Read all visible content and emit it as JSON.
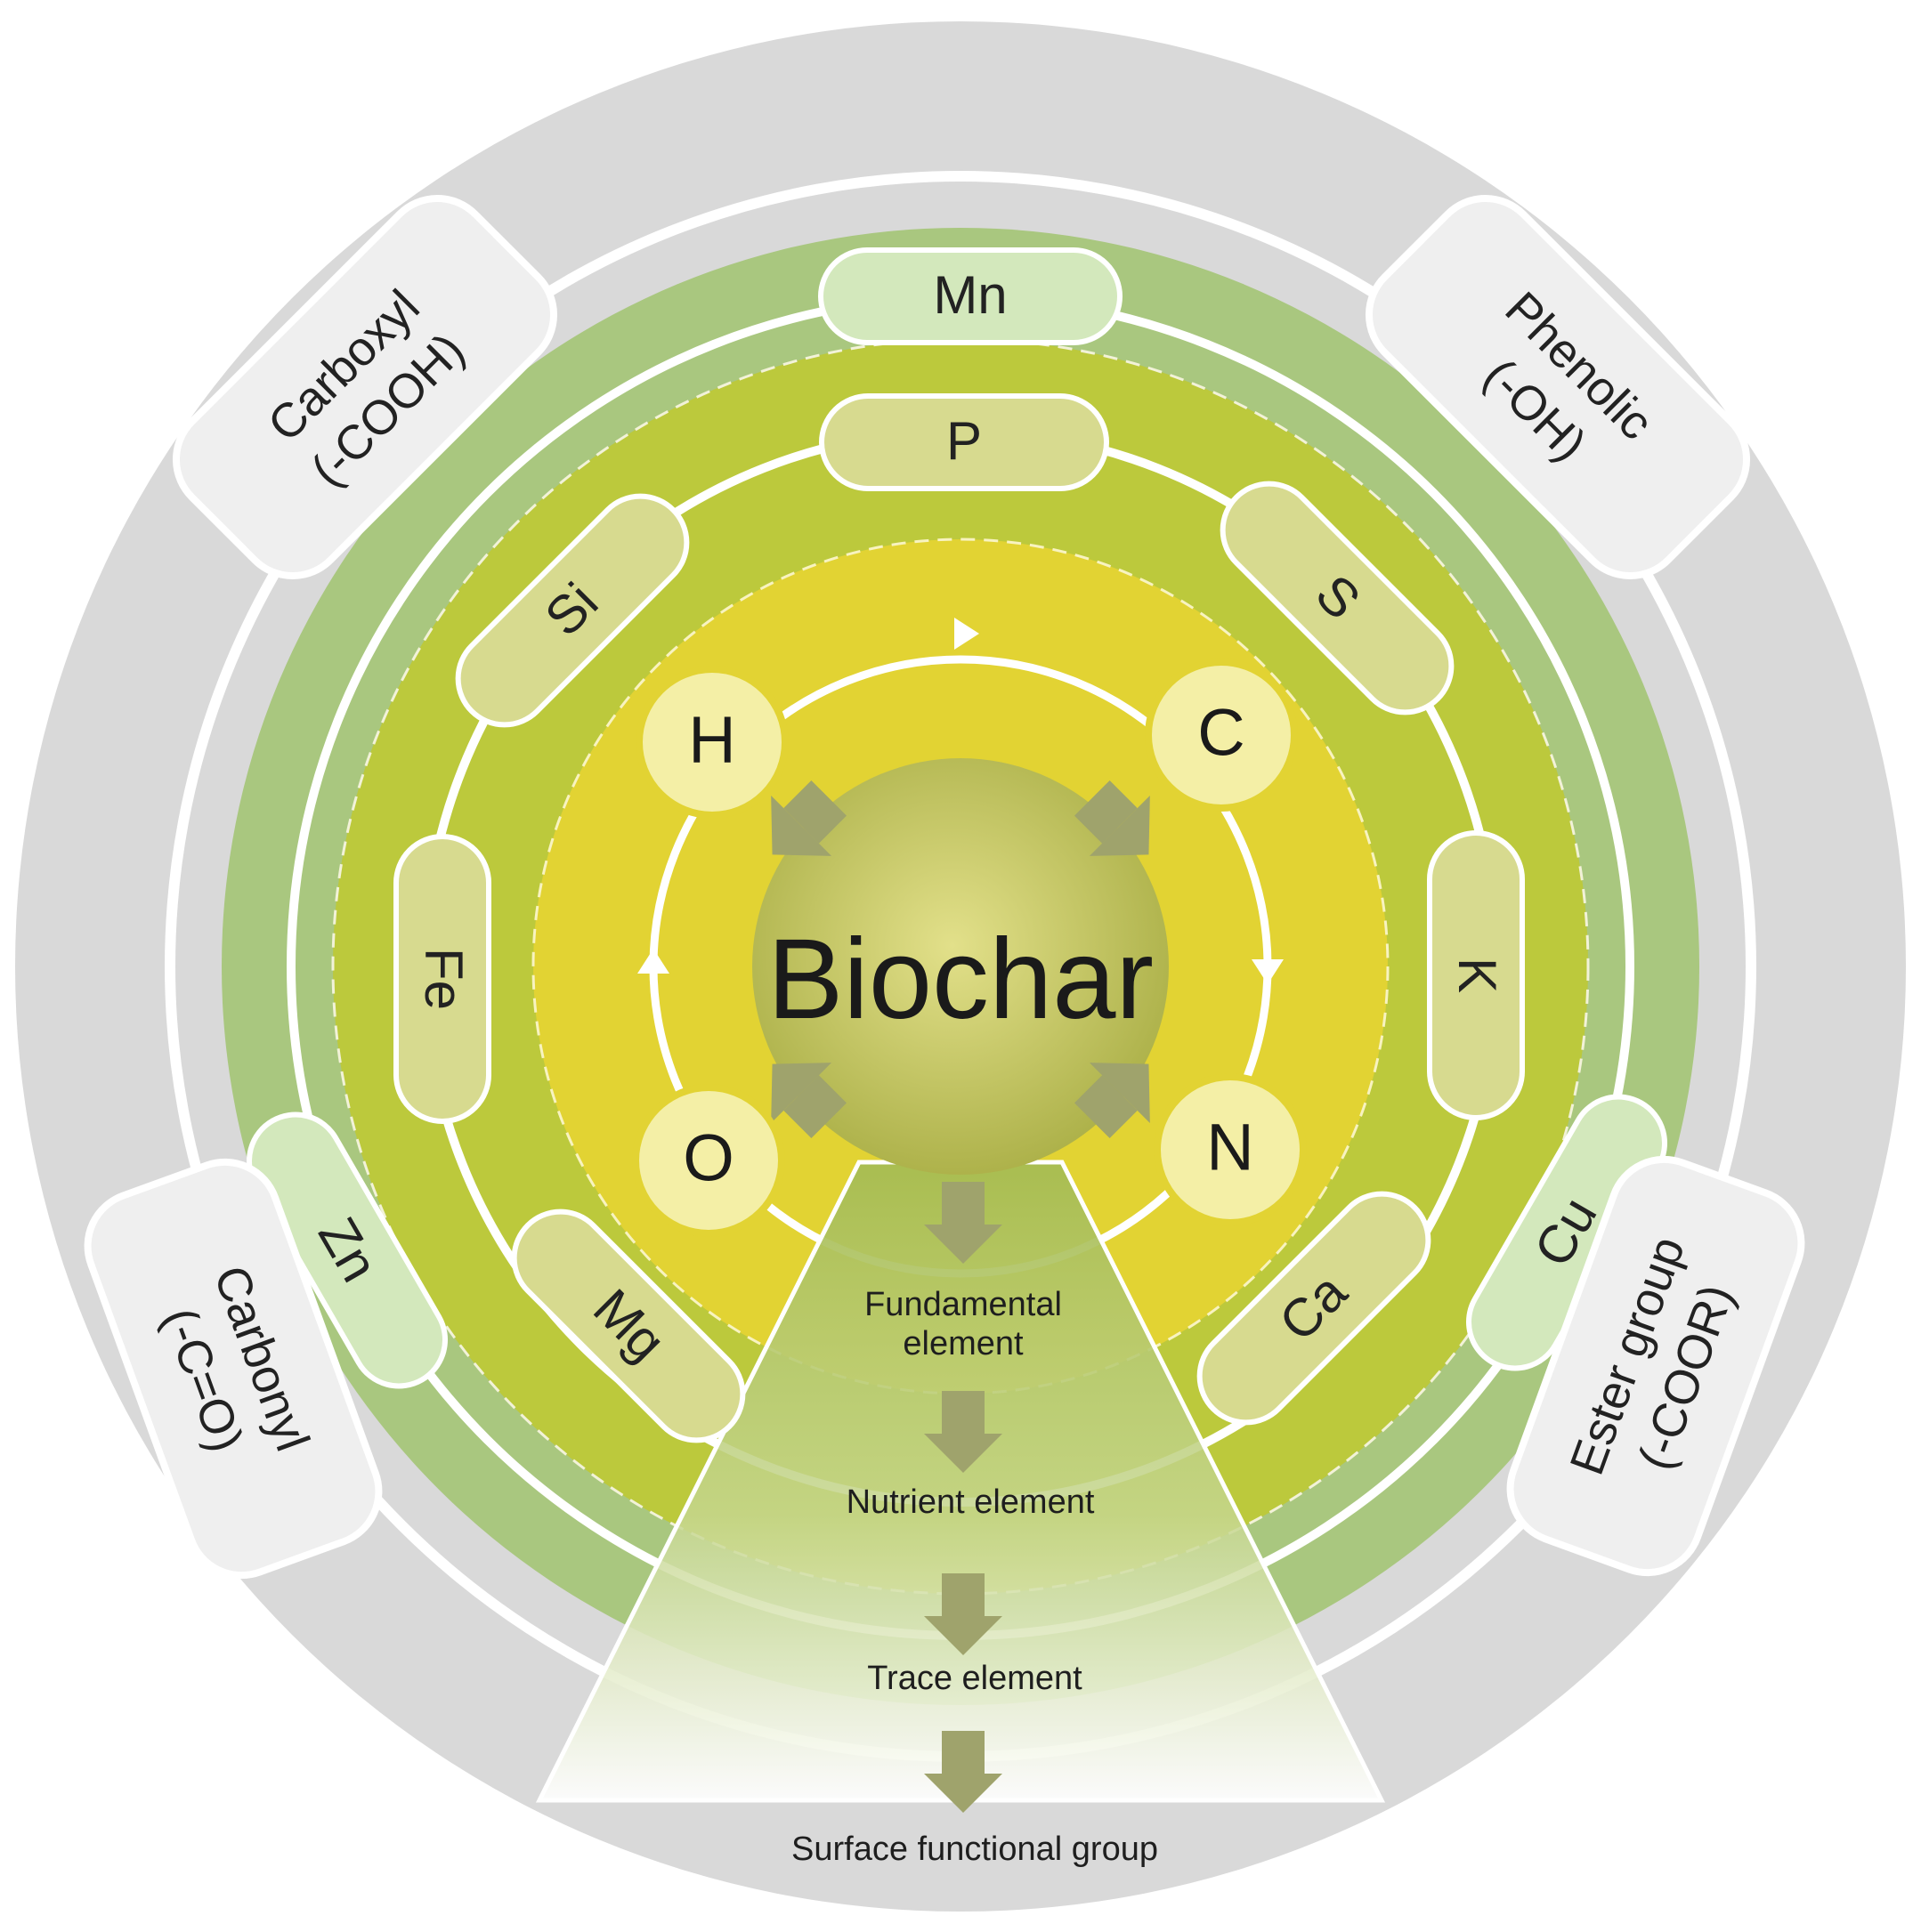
{
  "center": {
    "label": "Biochar"
  },
  "fundamental": {
    "label": "Fundamental\nelement",
    "items": [
      "H",
      "C",
      "N",
      "O"
    ]
  },
  "nutrient": {
    "label": "Nutrient element",
    "items": [
      "P",
      "S",
      "K",
      "Ca",
      "Mg",
      "Fe",
      "Si"
    ]
  },
  "trace": {
    "label": "Trace element",
    "items": [
      "Mn",
      "Cu",
      "Zn"
    ]
  },
  "surface": {
    "label": "Surface functional group",
    "items": [
      {
        "name": "Carboxyl",
        "formula": "(-COOH)"
      },
      {
        "name": "Phenolic",
        "formula": "(-OH)"
      },
      {
        "name": "Ester group",
        "formula": "(-COOR)"
      },
      {
        "name": "Carbonyl",
        "formula": "(-C=O)"
      }
    ]
  },
  "colors": {
    "outer_ring": "#d9d9d9",
    "trace_ring": "#a9c77f",
    "nutrient_ring": "#bcc93c",
    "fundamental_ring": "#e2d333",
    "center_fill": "#c8c858",
    "node_fill": "#f4efa6",
    "nutrient_pill": "#d7da8f",
    "trace_pill": "#d3e8bc",
    "surface_pill": "#efefef",
    "arrow": "#9fa36c"
  }
}
